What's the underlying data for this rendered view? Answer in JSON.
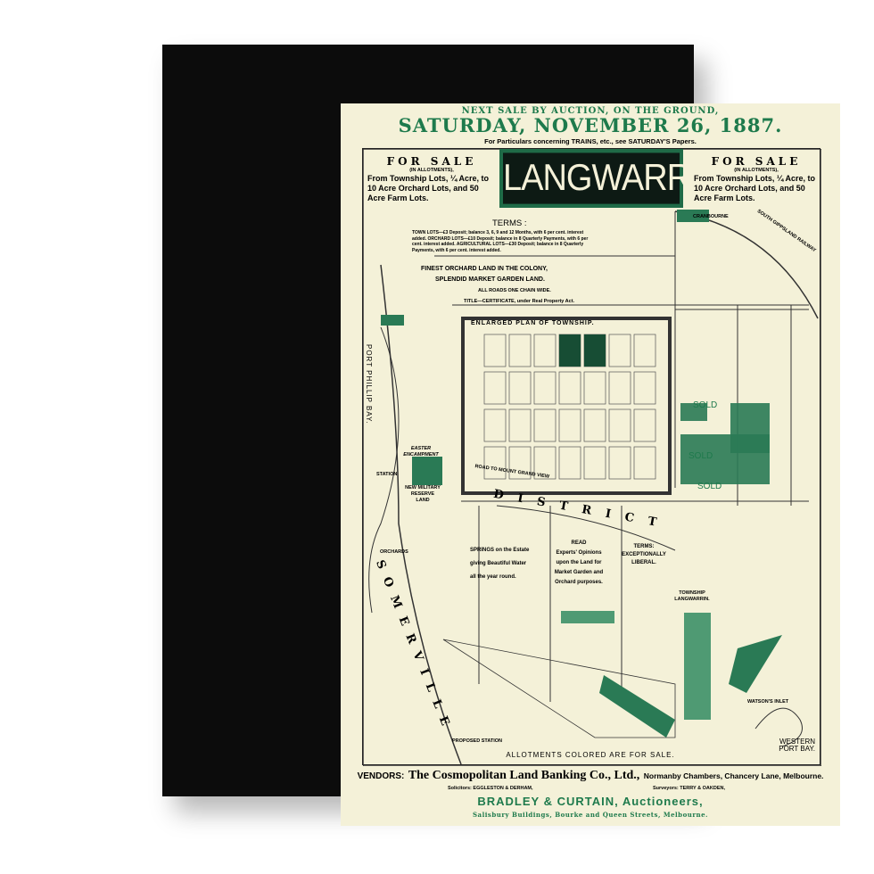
{
  "header": {
    "line1": "NEXT SALE BY AUCTION, ON THE GROUND,",
    "date": "SATURDAY, NOVEMBER 26, 1887.",
    "particulars": "For Particulars concerning TRAINS, etc., see SATURDAY'S Papers."
  },
  "title": "LANGWARRIN",
  "for_sale": {
    "heading": "FOR SALE",
    "sub": "(IN ALLOTMENTS),",
    "text": "From Township Lots, ¼ Acre, to 10 Acre Orchard Lots, and 50 Acre Farm Lots."
  },
  "terms": {
    "heading": "TERMS :",
    "text": "TOWN LOTS—£3 Deposit; balance 3, 6, 9 and 12 Months, with 6 per cent. interest added. ORCHARD LOTS—£10 Deposit; balance in 8 Quarterly Payments, with 6 per cent. interest added. AGRICULTURAL LOTS—£30 Deposit; balance in 8 Quarterly Payments, with 6 per cent. interest added.",
    "finest": "FINEST ORCHARD LAND IN THE COLONY,",
    "splendid": "SPLENDID MARKET GARDEN LAND.",
    "roads": "ALL ROADS ONE CHAIN WIDE.",
    "title_cert": "TITLE—CERTIFICATE, under Real Property Act."
  },
  "map": {
    "enlarged_plan": "ENLARGED PLAN OF TOWNSHIP.",
    "port_phillip": "PORT PHILLIP BAY.",
    "western_port": "WESTERN PORT BAY.",
    "district": "DISTRICT",
    "somerville": "SOMERVILLE",
    "cranbourne": "CRANBOURNE",
    "railway": "SOUTH GIPPSLAND RAILWAY",
    "road_mount": "ROAD TO MOUNT GRAND VIEW",
    "springs": [
      "SPRINGS on the Estate",
      "giving Beautiful Water",
      "all the year round."
    ],
    "read": [
      "READ",
      "Experts' Opinions",
      "upon the Land for",
      "Market Garden and",
      "Orchard purposes."
    ],
    "terms_liberal": [
      "TERMS:",
      "EXCEPTIONALLY",
      "LIBERAL."
    ],
    "township": "TOWNSHIP LANGWARRIN.",
    "sold": "SOLD",
    "easter": "EASTER ENCAMPMENT",
    "military": "NEW MILITARY RESERVE LAND",
    "station": "STATION",
    "orchards": "ORCHARDS",
    "proposed_station": "PROPOSED STATION",
    "watsons_inlet": "WATSON'S INLET",
    "colored_note": "ALLOTMENTS COLORED ARE FOR SALE."
  },
  "footer": {
    "vendors_label": "VENDORS:",
    "vendors": "The Cosmopolitan Land Banking Co., Ltd.,",
    "vendors_address": "Normanby Chambers, Chancery Lane, Melbourne.",
    "solicitors": "Solicitors: EGGLESTON & DERHAM,",
    "surveyors": "Surveyors: TERRY & OAKDEN,",
    "auctioneers": "BRADLEY & CURTAIN, Auctioneers,",
    "address": "Salisbury Buildings, Bourke and Queen Streets, Melbourne."
  },
  "colors": {
    "frame": "#0c0c0c",
    "paper": "#f4f1d8",
    "green": "#1e7a4c",
    "lot_green": "#2a7a55"
  }
}
